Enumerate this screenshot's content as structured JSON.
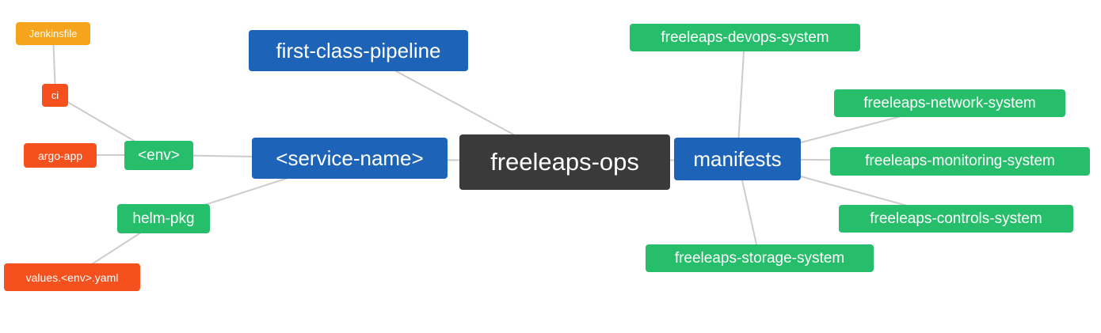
{
  "diagram": {
    "type": "mindmap",
    "root": "freeleaps_ops",
    "nodes": {
      "jenkinsfile": {
        "label": "Jenkinsfile",
        "color": "#f7a41d"
      },
      "ci": {
        "label": "ci",
        "color": "#f4511e"
      },
      "argo_app": {
        "label": "argo-app",
        "color": "#f4511e"
      },
      "env": {
        "label": "<env>",
        "color": "#27be6b"
      },
      "helm_pkg": {
        "label": "helm-pkg",
        "color": "#27be6b"
      },
      "values_env_yaml": {
        "label": "values.<env>.yaml",
        "color": "#f4511e"
      },
      "first_class_pipeline": {
        "label": "first-class-pipeline",
        "color": "#1d63b8"
      },
      "service_name": {
        "label": "<service-name>",
        "color": "#1d63b8"
      },
      "freeleaps_ops": {
        "label": "freeleaps-ops",
        "color": "#3a3a3a"
      },
      "manifests": {
        "label": "manifests",
        "color": "#1d63b8"
      },
      "devops_system": {
        "label": "freeleaps-devops-system",
        "color": "#27be6b"
      },
      "network_system": {
        "label": "freeleaps-network-system",
        "color": "#27be6b"
      },
      "monitoring_system": {
        "label": "freeleaps-monitoring-system",
        "color": "#27be6b"
      },
      "controls_system": {
        "label": "freeleaps-controls-system",
        "color": "#27be6b"
      },
      "storage_system": {
        "label": "freeleaps-storage-system",
        "color": "#27be6b"
      }
    },
    "edges": [
      [
        "jenkinsfile",
        "ci"
      ],
      [
        "ci",
        "env"
      ],
      [
        "argo_app",
        "env"
      ],
      [
        "env",
        "service_name"
      ],
      [
        "helm_pkg",
        "service_name"
      ],
      [
        "values_env_yaml",
        "helm_pkg"
      ],
      [
        "first_class_pipeline",
        "freeleaps_ops"
      ],
      [
        "service_name",
        "freeleaps_ops"
      ],
      [
        "freeleaps_ops",
        "manifests"
      ],
      [
        "manifests",
        "devops_system"
      ],
      [
        "manifests",
        "network_system"
      ],
      [
        "manifests",
        "monitoring_system"
      ],
      [
        "manifests",
        "controls_system"
      ],
      [
        "manifests",
        "storage_system"
      ]
    ],
    "edge_color": "#cccccc",
    "background_color": "#ffffff"
  }
}
